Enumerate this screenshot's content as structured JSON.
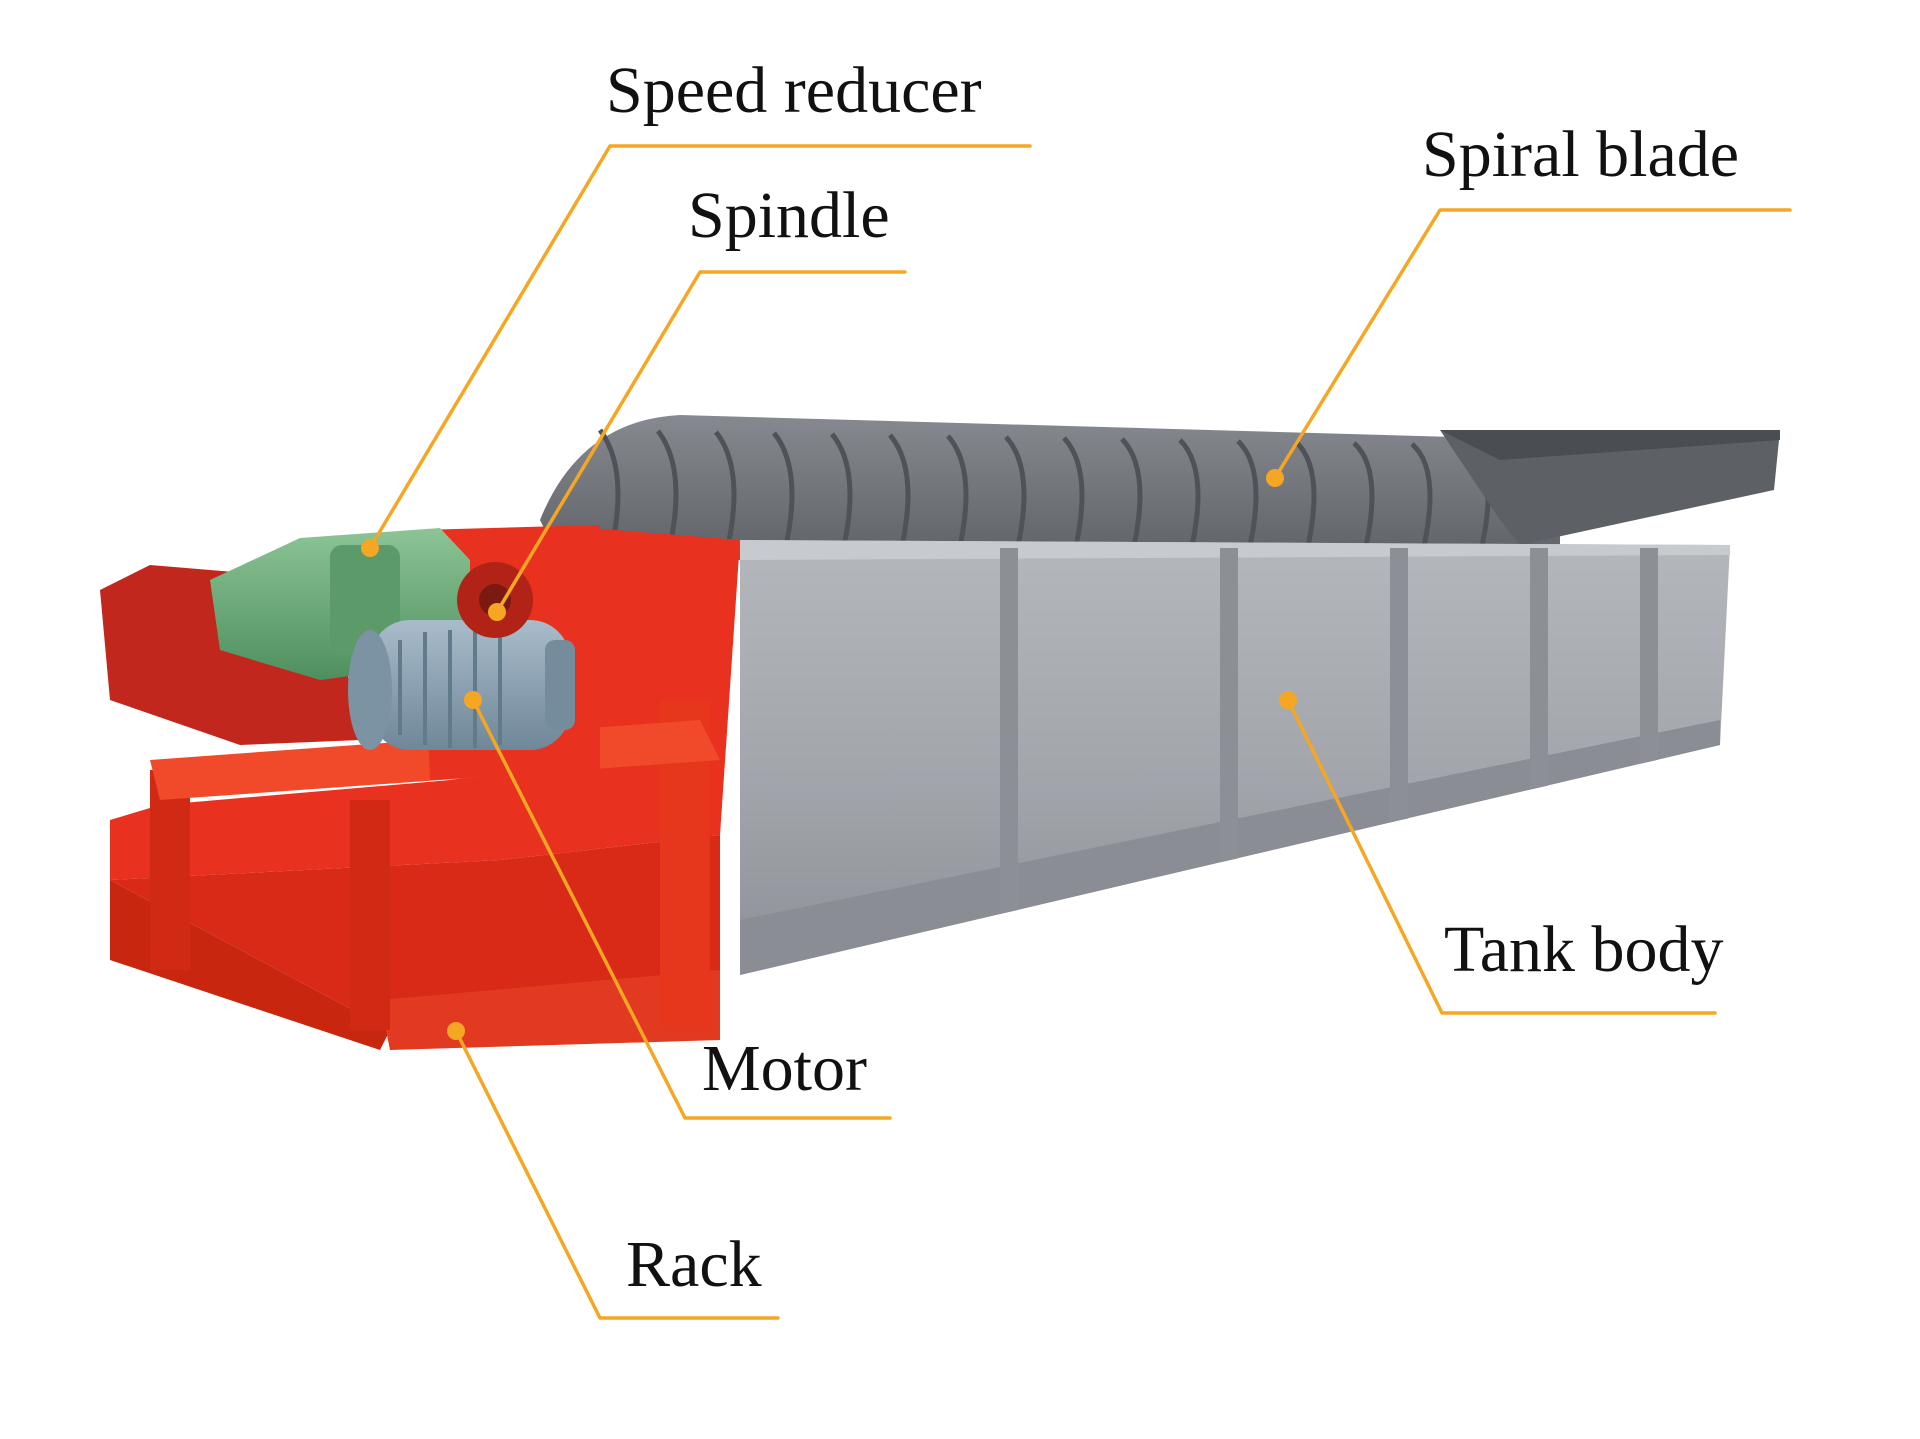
{
  "colors": {
    "leader": "#f5a623",
    "rack_red": "#e8321f",
    "tank_grey": "#9a9da3",
    "blade_grey": "#6f7378",
    "reducer_green": "#6fae7d",
    "motor_blue": "#8ea4b5"
  },
  "labels": {
    "speed_reducer": "Speed reducer",
    "spindle": "Spindle",
    "spiral_blade": "Spiral blade",
    "tank_body": "Tank body",
    "motor": "Motor",
    "rack": "Rack"
  }
}
